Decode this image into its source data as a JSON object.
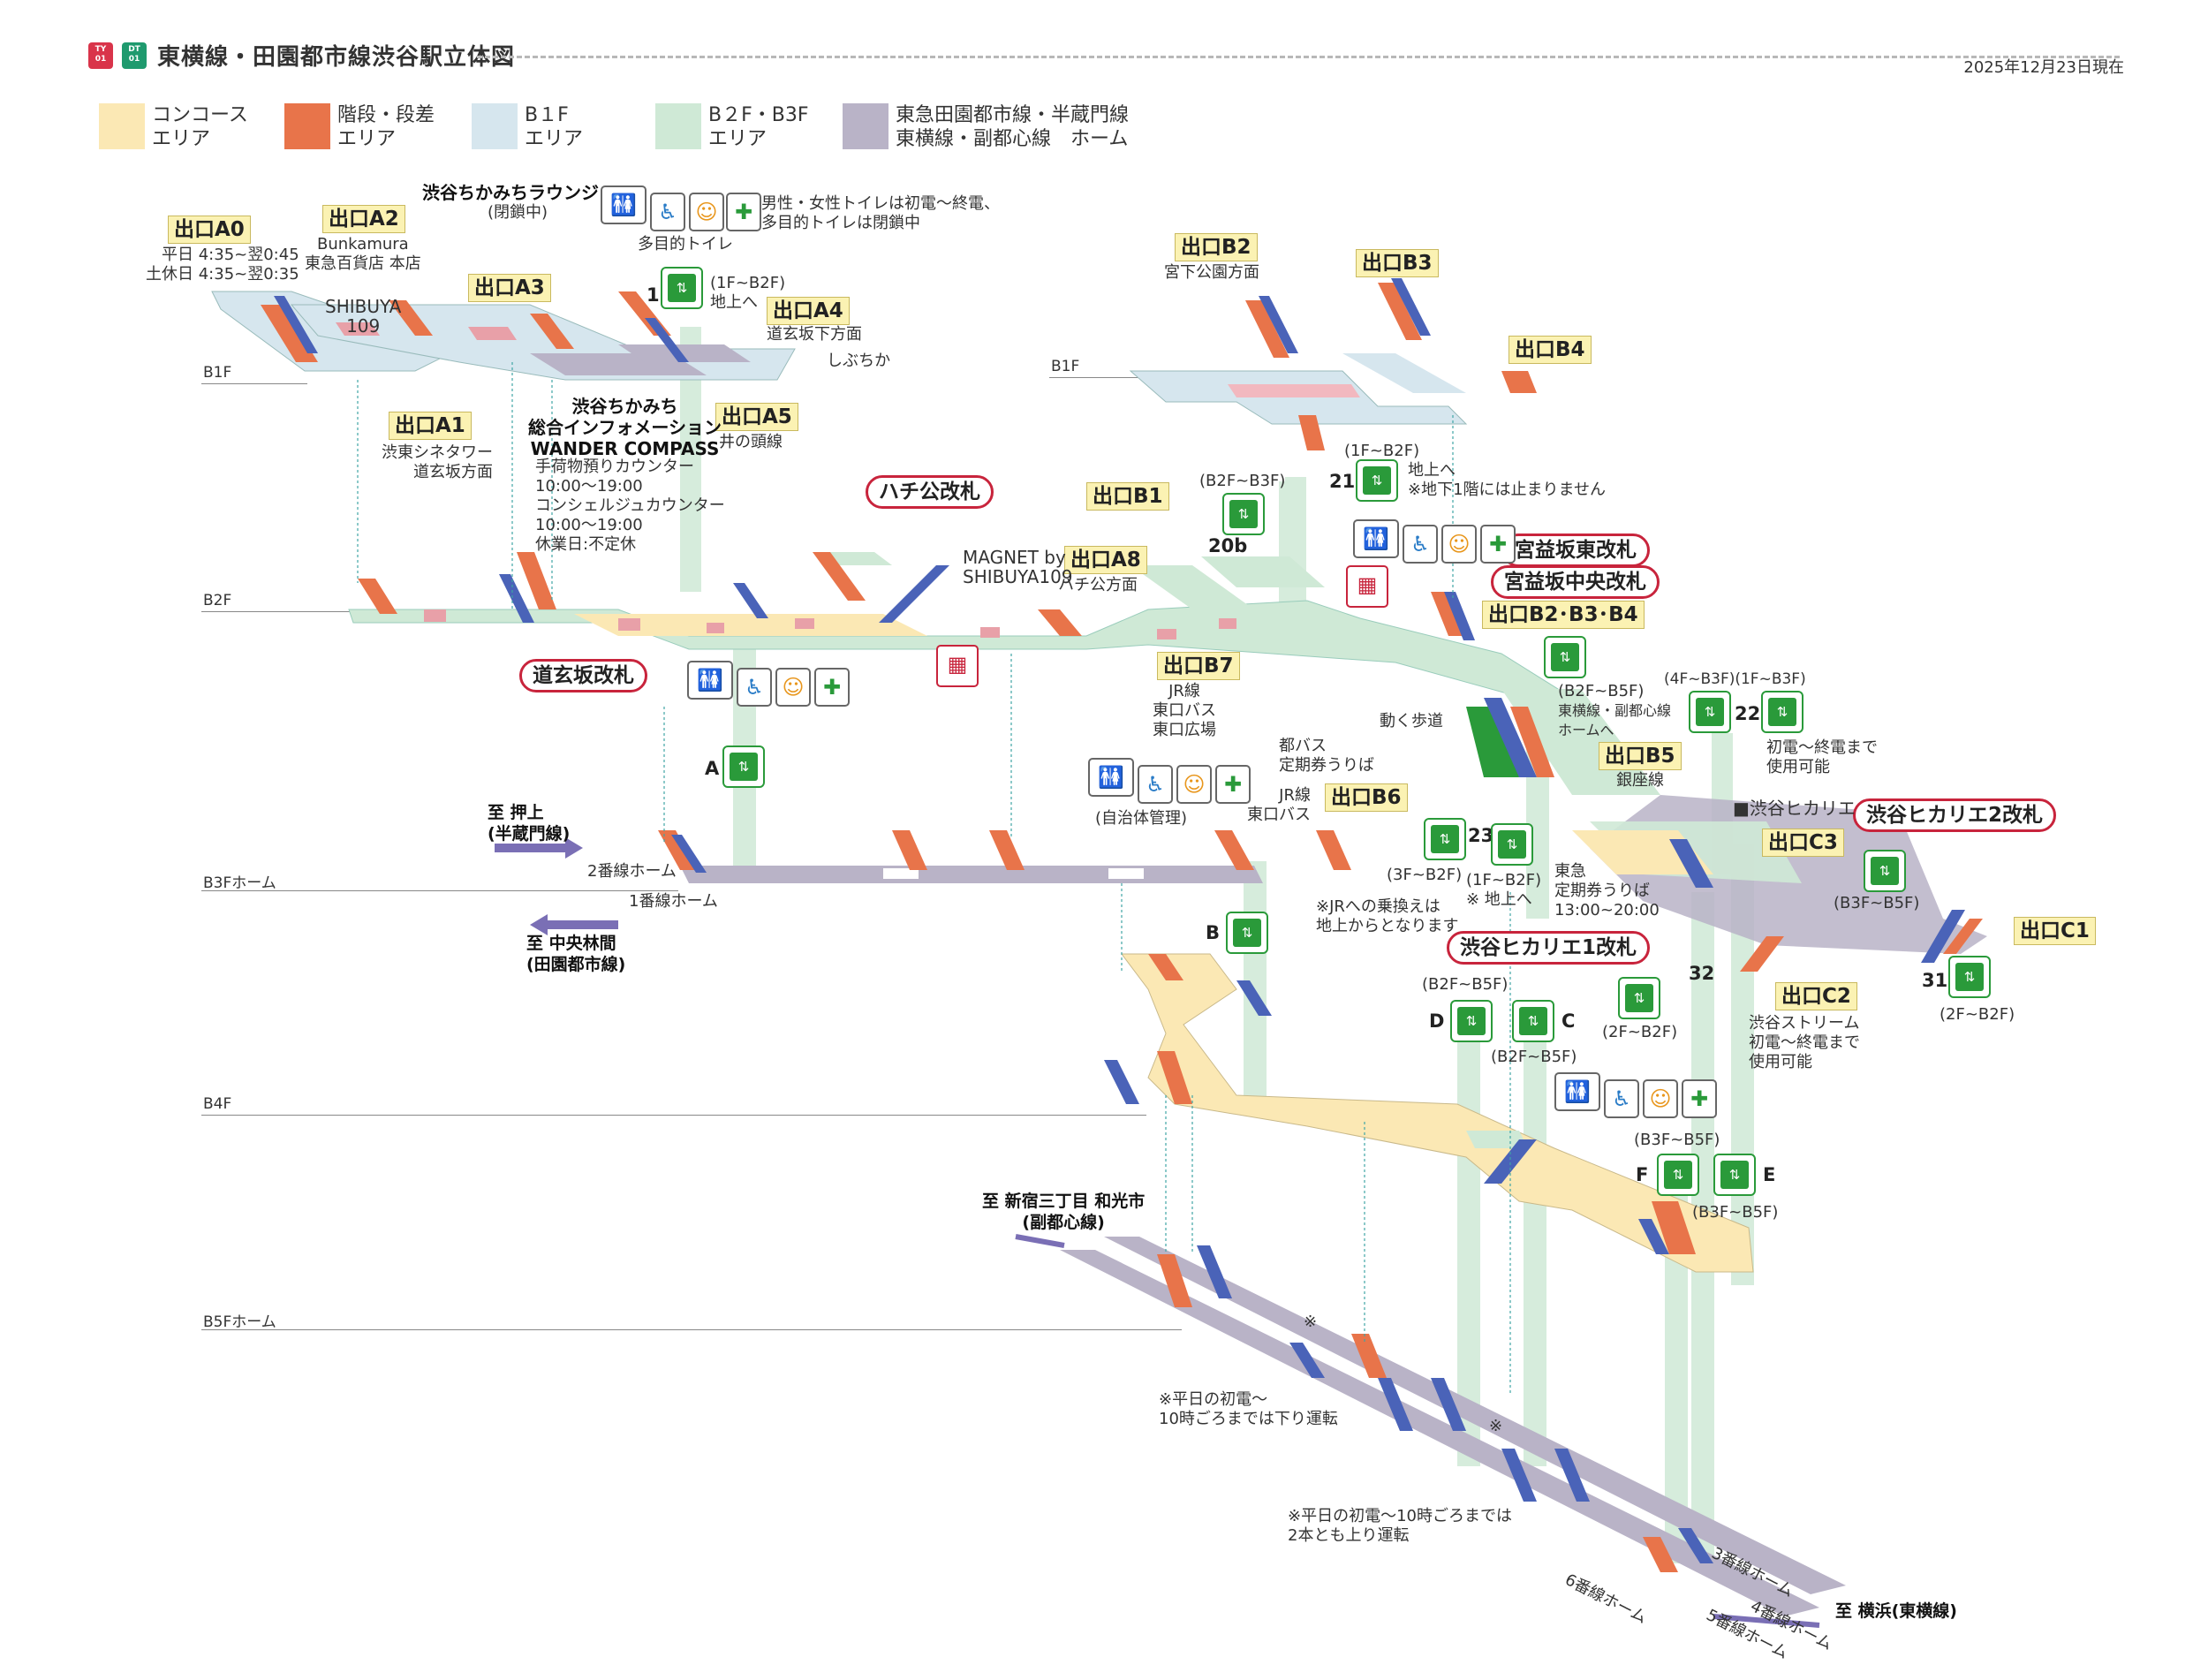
{
  "header": {
    "badge_ty": "TY\n01",
    "badge_dt": "DT\n01",
    "title": "東横線・田園都市線渋谷駅立体図",
    "as_of": "2025年12月23日現在",
    "colors": {
      "ty": "#d9344a",
      "dt": "#1f9a6e"
    }
  },
  "legend": [
    {
      "label": "コンコース\nエリア",
      "color": "#fbe8b4"
    },
    {
      "label": "階段・段差\nエリア",
      "color": "#e8744a"
    },
    {
      "label": "B１F\nエリア",
      "color": "#d6e6ee"
    },
    {
      "label": "B２F・B3F\nエリア",
      "color": "#cfe9d6"
    },
    {
      "label": "東急田園都市線・半蔵門線\n東横線・副都心線　ホーム",
      "color": "#b9b3c7"
    }
  ],
  "floors": {
    "b1f_left": "B1F",
    "b1f_right": "B1F",
    "b2f": "B2F",
    "b3f": "B3Fホーム",
    "b4f": "B4F",
    "b5f": "B5Fホーム"
  },
  "exits": {
    "a0": "出口A0",
    "a0_hours": "平日 4:35~翌0:45\n土休日 4:35~翌0:35",
    "a2": "出口A2",
    "a2_note": "Bunkamura\n東急百貨店 本店",
    "a3": "出口A3",
    "a4": "出口A4",
    "a4_note": "道玄坂下方面",
    "a1": "出口A1",
    "a1_note": "渋東シネタワー\n道玄坂方面",
    "a5": "出口A5",
    "a5_note": "井の頭線",
    "b2": "出口B2",
    "b2_note": "宮下公園方面",
    "b3": "出口B3",
    "b4": "出口B4",
    "b1": "出口B1",
    "a8": "出口A8",
    "a8_note": "ハチ公方面",
    "b234": "出口B2･B3･B4",
    "b7": "出口B7",
    "b7_note": "JR線\n東口バス\n東口広場",
    "b5": "出口B5",
    "b5_note": "銀座線",
    "b6": "出口B6",
    "b6_note": "JR線\n東口バス",
    "c3": "出口C3",
    "c1": "出口C1",
    "c2": "出口C2",
    "c2_note": "渋谷ストリーム\n初電～終電まで\n使用可能"
  },
  "gates": {
    "hachiko": "ハチ公改札",
    "dogenzaka": "道玄坂改札",
    "miyamasuzaka_east": "宮益坂東改札",
    "miyamasuzaka_center": "宮益坂中央改札",
    "hikarie2": "渋谷ヒカリエ2改札",
    "hikarie1": "渋谷ヒカリエ1改札"
  },
  "labels": {
    "shibuya109": "SHIBUYA\n109",
    "lounge": "渋谷ちかみちラウンジ",
    "lounge_note": "(閉鎖中)",
    "toilet_note": "男性・女性トイレは初電～終電、\n多目的トイレは閉鎖中",
    "multi_toilet": "多目的トイレ",
    "elev1": "1",
    "elev1_note": "(1F~B2F)\n地上へ",
    "shibuchika": "しぶちか",
    "info_center": "渋谷ちかみち\n総合インフォメーション\nWANDER COMPASS",
    "info_hours": "手荷物預りカウンター\n10:00～19:00\nコンシェルジュカウンター\n10:00～19:00\n休業日:不定休",
    "elev21": "21",
    "elev21_range": "(1F~B2F)",
    "elev21_note": "地上へ\n※地下1階には止まりません",
    "elev20b": "20b",
    "elev20b_range": "(B2F~B3F)",
    "magnet": "MAGNET by\nSHIBUYA109",
    "elevA": "A",
    "elev_b2b5_range": "(B2F~B5F)",
    "elev_b2b5_note": "東横線・副都心線\nホームへ",
    "elev22": "22",
    "elev22_ranges": "(4F~B3F)(1F~B3F)",
    "elev22_note": "初電～終電まで\n使用可能",
    "hikarie": "■渋谷ヒカリエ",
    "moving_walk": "動く歩道",
    "bus_pass": "都バス\n定期券うりば",
    "local_gov": "(自治体管理)",
    "elev23": "23",
    "elev23_range1": "(3F~B2F)",
    "elev23_range2": "(1F~B2F)\n※ 地上へ",
    "tokyu_pass": "東急\n定期券うりば\n13:00~20:00",
    "jr_transfer": "※JRへの乗換えは\n地上からとなります",
    "elev_b3b5_c3": "(B3F~B5F)",
    "to_oshiage": "至 押上\n(半蔵門線)",
    "platform2": "2番線ホーム",
    "platform1": "1番線ホーム",
    "to_chuorinkan": "至 中央林間\n(田園都市線)",
    "elevB": "B",
    "elevD": "D",
    "elevC": "C",
    "elevDC_range1": "(B2F~B5F)",
    "elevDC_range2": "(B2F~B5F)",
    "elev32": "32",
    "elev32_range": "(2F~B2F)",
    "elev31": "31",
    "elev31_range": "(2F~B2F)",
    "elevF": "F",
    "elevE": "E",
    "elevFE_range1": "(B3F~B5F)",
    "elevFE_range2": "(B3F~B5F)",
    "to_shinjuku": "至 新宿三丁目 和光市\n(副都心線)",
    "note_down": "※平日の初電～\n10時ごろまでは下り運転",
    "note_up": "※平日の初電～10時ごろまでは\n2本とも上り運転",
    "mark1": "※",
    "mark2": "※",
    "platform6": "6番線ホーム",
    "platform3": "3番線ホーム",
    "platform4": "4番線ホーム",
    "platform5": "5番線ホーム",
    "to_yokohama": "至 横浜(東横線)"
  }
}
